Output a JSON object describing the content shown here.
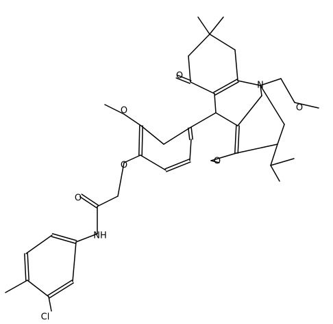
{
  "labels": {
    "o_methoxy_aryl": "O",
    "o_ketone_top": "O",
    "n_ring": "N",
    "o_methoxyethyl": "O",
    "o_ether": "O",
    "o_ketone_bottom": "O",
    "o_amide": "O",
    "nh_amide": "NH",
    "cl": "Cl"
  }
}
